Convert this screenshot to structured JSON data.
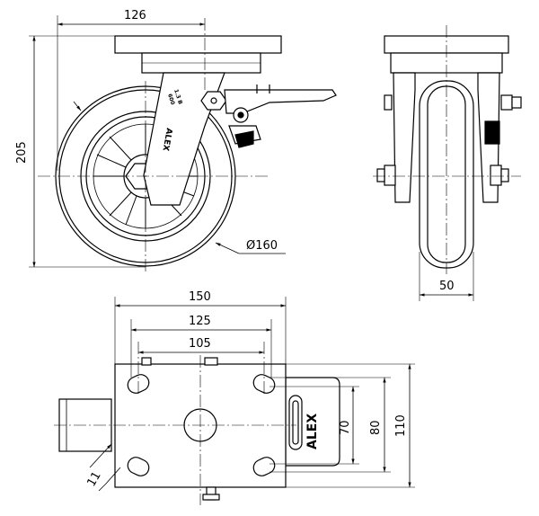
{
  "side_view": {
    "dims": {
      "plate_offset": "126",
      "overall_height": "205",
      "wheel_diameter": "Ø160"
    },
    "bracket_marks": {
      "rating_1": "1.3 B",
      "rating_2": "600"
    },
    "logo": "ALEX"
  },
  "front_view": {
    "dims": {
      "wheel_width": "50"
    }
  },
  "top_view": {
    "dims": {
      "plate_length": "150",
      "hole_spacing_outer": "125",
      "hole_spacing_inner": "105",
      "hole_spacing_y_inner": "70",
      "hole_spacing_y_outer": "80",
      "plate_width": "110",
      "slot_width": "11"
    },
    "brake_label": "ALEX"
  }
}
